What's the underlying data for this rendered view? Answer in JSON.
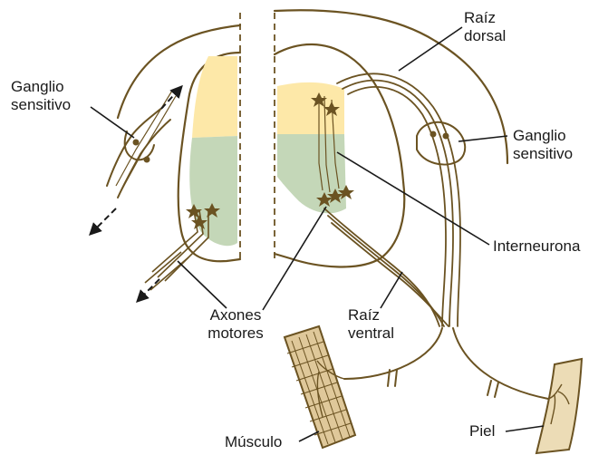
{
  "colors": {
    "outline": "#6b5322",
    "dorsal_horn": "#fde8a8",
    "ventral_horn": "#c4d7b8",
    "neuron": "#6b5322",
    "muscle": "#dfc89a",
    "skin": "#ecdcb6",
    "leader": "#1a1a1a",
    "text": "#1a1a1a"
  },
  "labels": {
    "ganglio_izq_1": "Ganglio",
    "ganglio_izq_2": "sensitivo",
    "raiz_dorsal_1": "Raíz",
    "raiz_dorsal_2": "dorsal",
    "ganglio_der_1": "Ganglio",
    "ganglio_der_2": "sensitivo",
    "interneurona": "Interneurona",
    "axones_1": "Axones",
    "axones_2": "motores",
    "raiz_ventral_1": "Raíz",
    "raiz_ventral_2": "ventral",
    "musculo": "Músculo",
    "piel": "Piel"
  }
}
